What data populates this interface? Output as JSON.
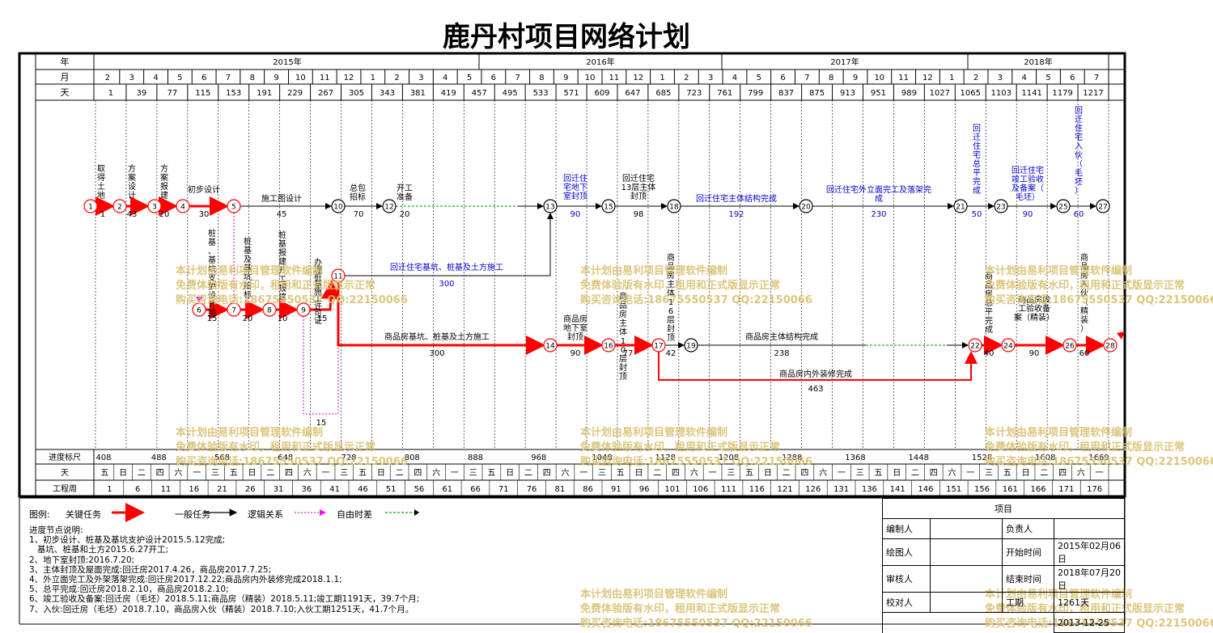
{
  "title": "鹿丹村项目网络计划",
  "header": {
    "row_labels": {
      "year": "年",
      "month": "月",
      "day": "天"
    },
    "years": [
      "2015年",
      "2016年",
      "2017年",
      "2018年"
    ],
    "months": [
      "2",
      "3",
      "4",
      "5",
      "6",
      "7",
      "8",
      "9",
      "10",
      "11",
      "12",
      "1",
      "2",
      "3",
      "4",
      "5",
      "6",
      "7",
      "8",
      "9",
      "10",
      "11",
      "12",
      "1",
      "2",
      "3",
      "4",
      "5",
      "6",
      "7",
      "8",
      "9",
      "10",
      "11",
      "12",
      "1",
      "2",
      "3",
      "4",
      "5",
      "6",
      "7"
    ],
    "days": [
      "1",
      "39",
      "77",
      "115",
      "153",
      "191",
      "229",
      "267",
      "305",
      "343",
      "381",
      "419",
      "457",
      "495",
      "533",
      "571",
      "609",
      "647",
      "685",
      "723",
      "761",
      "799",
      "837",
      "875",
      "913",
      "951",
      "989",
      "1027",
      "1065",
      "1103",
      "1141",
      "1179",
      "1217"
    ]
  },
  "footer": {
    "progress_label": "进度标尺",
    "progress": [
      "408",
      "488",
      "568",
      "648",
      "728",
      "808",
      "888",
      "968",
      "1048",
      "1128",
      "1208",
      "1288",
      "1368",
      "1448",
      "1528",
      "1608",
      "1669"
    ],
    "weekday_label": "天",
    "weekdays": [
      "五",
      "日",
      "二",
      "四",
      "六",
      "一",
      "三",
      "五",
      "日",
      "二",
      "四",
      "六",
      "一",
      "三",
      "五",
      "日",
      "二",
      "四",
      "六",
      "一",
      "三",
      "五",
      "日",
      "二",
      "四",
      "六",
      "一",
      "三",
      "五",
      "日",
      "二",
      "四",
      "六",
      "一",
      "三",
      "五",
      "日",
      "二",
      "四",
      "六",
      "一",
      "三",
      "五",
      "日",
      "二",
      "四",
      "六",
      "一",
      "三",
      "五",
      "日",
      "二",
      "四",
      "六",
      "一"
    ],
    "week_label": "工程周",
    "weeks": [
      "1",
      "6",
      "11",
      "16",
      "21",
      "26",
      "31",
      "36",
      "41",
      "46",
      "51",
      "56",
      "61",
      "66",
      "71",
      "76",
      "81",
      "86",
      "91",
      "96",
      "101",
      "106",
      "111",
      "116",
      "121",
      "126",
      "131",
      "136",
      "141",
      "146",
      "151",
      "156",
      "161",
      "166",
      "171",
      "176"
    ]
  },
  "nodes": [
    "1",
    "2",
    "3",
    "4",
    "5",
    "6",
    "7",
    "8",
    "9",
    "10",
    "11",
    "12",
    "13",
    "14",
    "15",
    "16",
    "17",
    "18",
    "19",
    "20",
    "21",
    "22",
    "23",
    "24",
    "25",
    "26",
    "27",
    "28"
  ],
  "tasks": [
    {
      "name": "取得土地",
      "dur": "1"
    },
    {
      "name": "方案设计",
      "dur": "43"
    },
    {
      "name": "方案报建",
      "dur": "20"
    },
    {
      "name": "初步设计",
      "dur": "30"
    },
    {
      "name": "施工图设计",
      "dur": "45"
    },
    {
      "name": "总包招标",
      "dur": "70"
    },
    {
      "name": "开工准备",
      "dur": "20"
    },
    {
      "name": "回迁住宅地下室封顶",
      "dur": "90"
    },
    {
      "name": "回迁住宅13层主体封顶",
      "dur": "98"
    },
    {
      "name": "回迁住宅主体结构完成",
      "dur": "192"
    },
    {
      "name": "回迁住宅外立面完工及落架完成",
      "dur": "230"
    },
    {
      "name": "回迁住宅总平完成",
      "dur": "50"
    },
    {
      "name": "回迁住宅竣工验收及备案（毛坯）",
      "dur": "90"
    },
    {
      "name": "回迁住宅入伙（毛坯）",
      "dur": "60"
    },
    {
      "name": "桩基、基坑支护设计图",
      "dur": "15"
    },
    {
      "name": "桩基及基坑招标",
      "dur": "20"
    },
    {
      "name": "桩基报建开工报建",
      "dur": "10"
    },
    {
      "name": "办理桩基施工许可证",
      "dur": "15"
    },
    {
      "name": "回迁住宅基坑、桩基及土方施工",
      "dur": "300"
    },
    {
      "name": "商品房基坑、桩基及土方施工",
      "dur": "300"
    },
    {
      "name": "商品房地下室封顶",
      "dur": "90"
    },
    {
      "name": "商品房主体10层封顶",
      "dur": "77"
    },
    {
      "name": "商品房主体16层封顶",
      "dur": "42"
    },
    {
      "name": "商品房主体结构完成",
      "dur": "238"
    },
    {
      "name": "商品房内外装修完成",
      "dur": "463"
    },
    {
      "name": "商品房总平完成",
      "dur": "40"
    },
    {
      "name": "商品房竣工验收备案（精装）",
      "dur": "90"
    },
    {
      "name": "商品房入伙（精装）",
      "dur": "60"
    }
  ],
  "float_dur": "15",
  "watermark": [
    "本计划由易利项目管理软件编制",
    "免费体验版有水印，租用和正式版显示正常",
    "购买咨询电话:18675550537 QQ:22150066"
  ],
  "legend": {
    "label": "图例:",
    "critical": "关键任务",
    "normal": "一般任务",
    "logic": "逻辑关系",
    "float": "自由时差"
  },
  "notes": {
    "title": "进度节点说明:",
    "lines": [
      "1、初步设计、桩基及基坑支护设计2015.5.12完成;",
      "   基坑、桩基和土方2015.6.27开工;",
      "2、地下室封顶:2016.7.20;",
      "3、主体封顶及屋面完成:回迁房2017.4.26，商品房2017.7.25;",
      "4、外立面完工及外架落架完成:回迁房2017.12.22;商品房内外装修完成2018.1.1;",
      "5、总平完成:回迁房2018.2.10，商品房2018.2.10;",
      "6、竣工验收及备案:回迁房（毛坯）2018.5.11;商品房（精装）2018.5.11;竣工期1191天，39.7个月;",
      "7、入伙:回迁房（毛坯）2018.7.10，商品房入伙（精装）2018.7.10;入伙工期1251天，41.7个月。"
    ]
  },
  "info": {
    "project_label": "项目",
    "editor_label": "编制人",
    "owner_label": "负责人",
    "drawer_label": "绘图人",
    "start_label": "开始时间",
    "start_value": "2015年02月06日",
    "reviewer_label": "审核人",
    "end_label": "结束时间",
    "end_value": "2018年07月20日",
    "checker_label": "校对人",
    "period_label": "工期",
    "period_value": "1261天",
    "date_value": "2013-12-25"
  },
  "colors": {
    "critical": "#ff0000",
    "normal": "#000000",
    "blue_text": "#0000cc",
    "float": "#cc00cc",
    "free": "#22bb22",
    "watermark": "#d9c070"
  }
}
